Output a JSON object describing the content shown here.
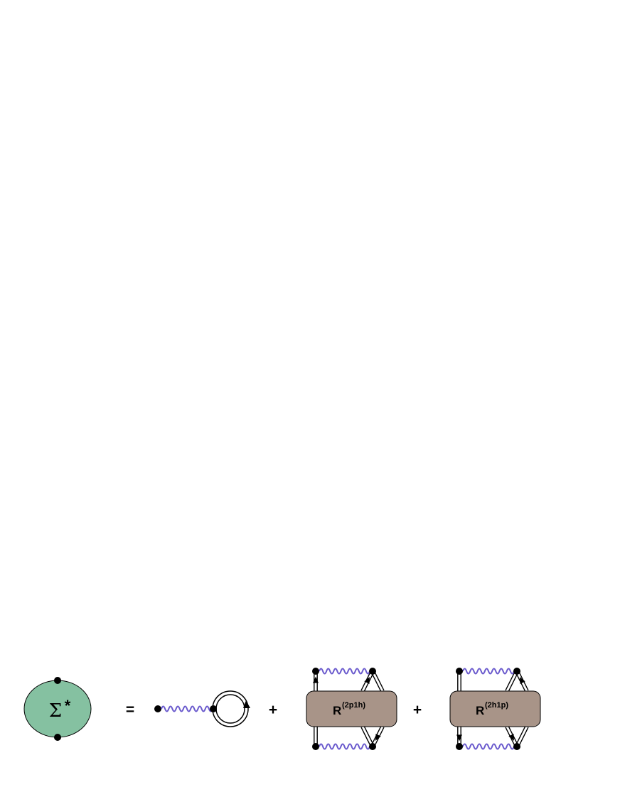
{
  "equation": {
    "lhs": {
      "symbol": "Σ",
      "superscript": "*"
    },
    "equals": "=",
    "plus1": "+",
    "plus2": "+",
    "term2": {
      "label": "R",
      "superscript": "(2p1h)"
    },
    "term3": {
      "label": "R",
      "superscript": "(2h1p)"
    }
  },
  "colors": {
    "self_energy_fill": "#85c1a1",
    "r_box_fill": "#a89488",
    "interaction_line": "#6a5acd",
    "propagator": "#000000"
  },
  "icons": {
    "vertex": "filled-dot",
    "interaction": "wavy-line",
    "propagator": "double-line-arrow"
  }
}
